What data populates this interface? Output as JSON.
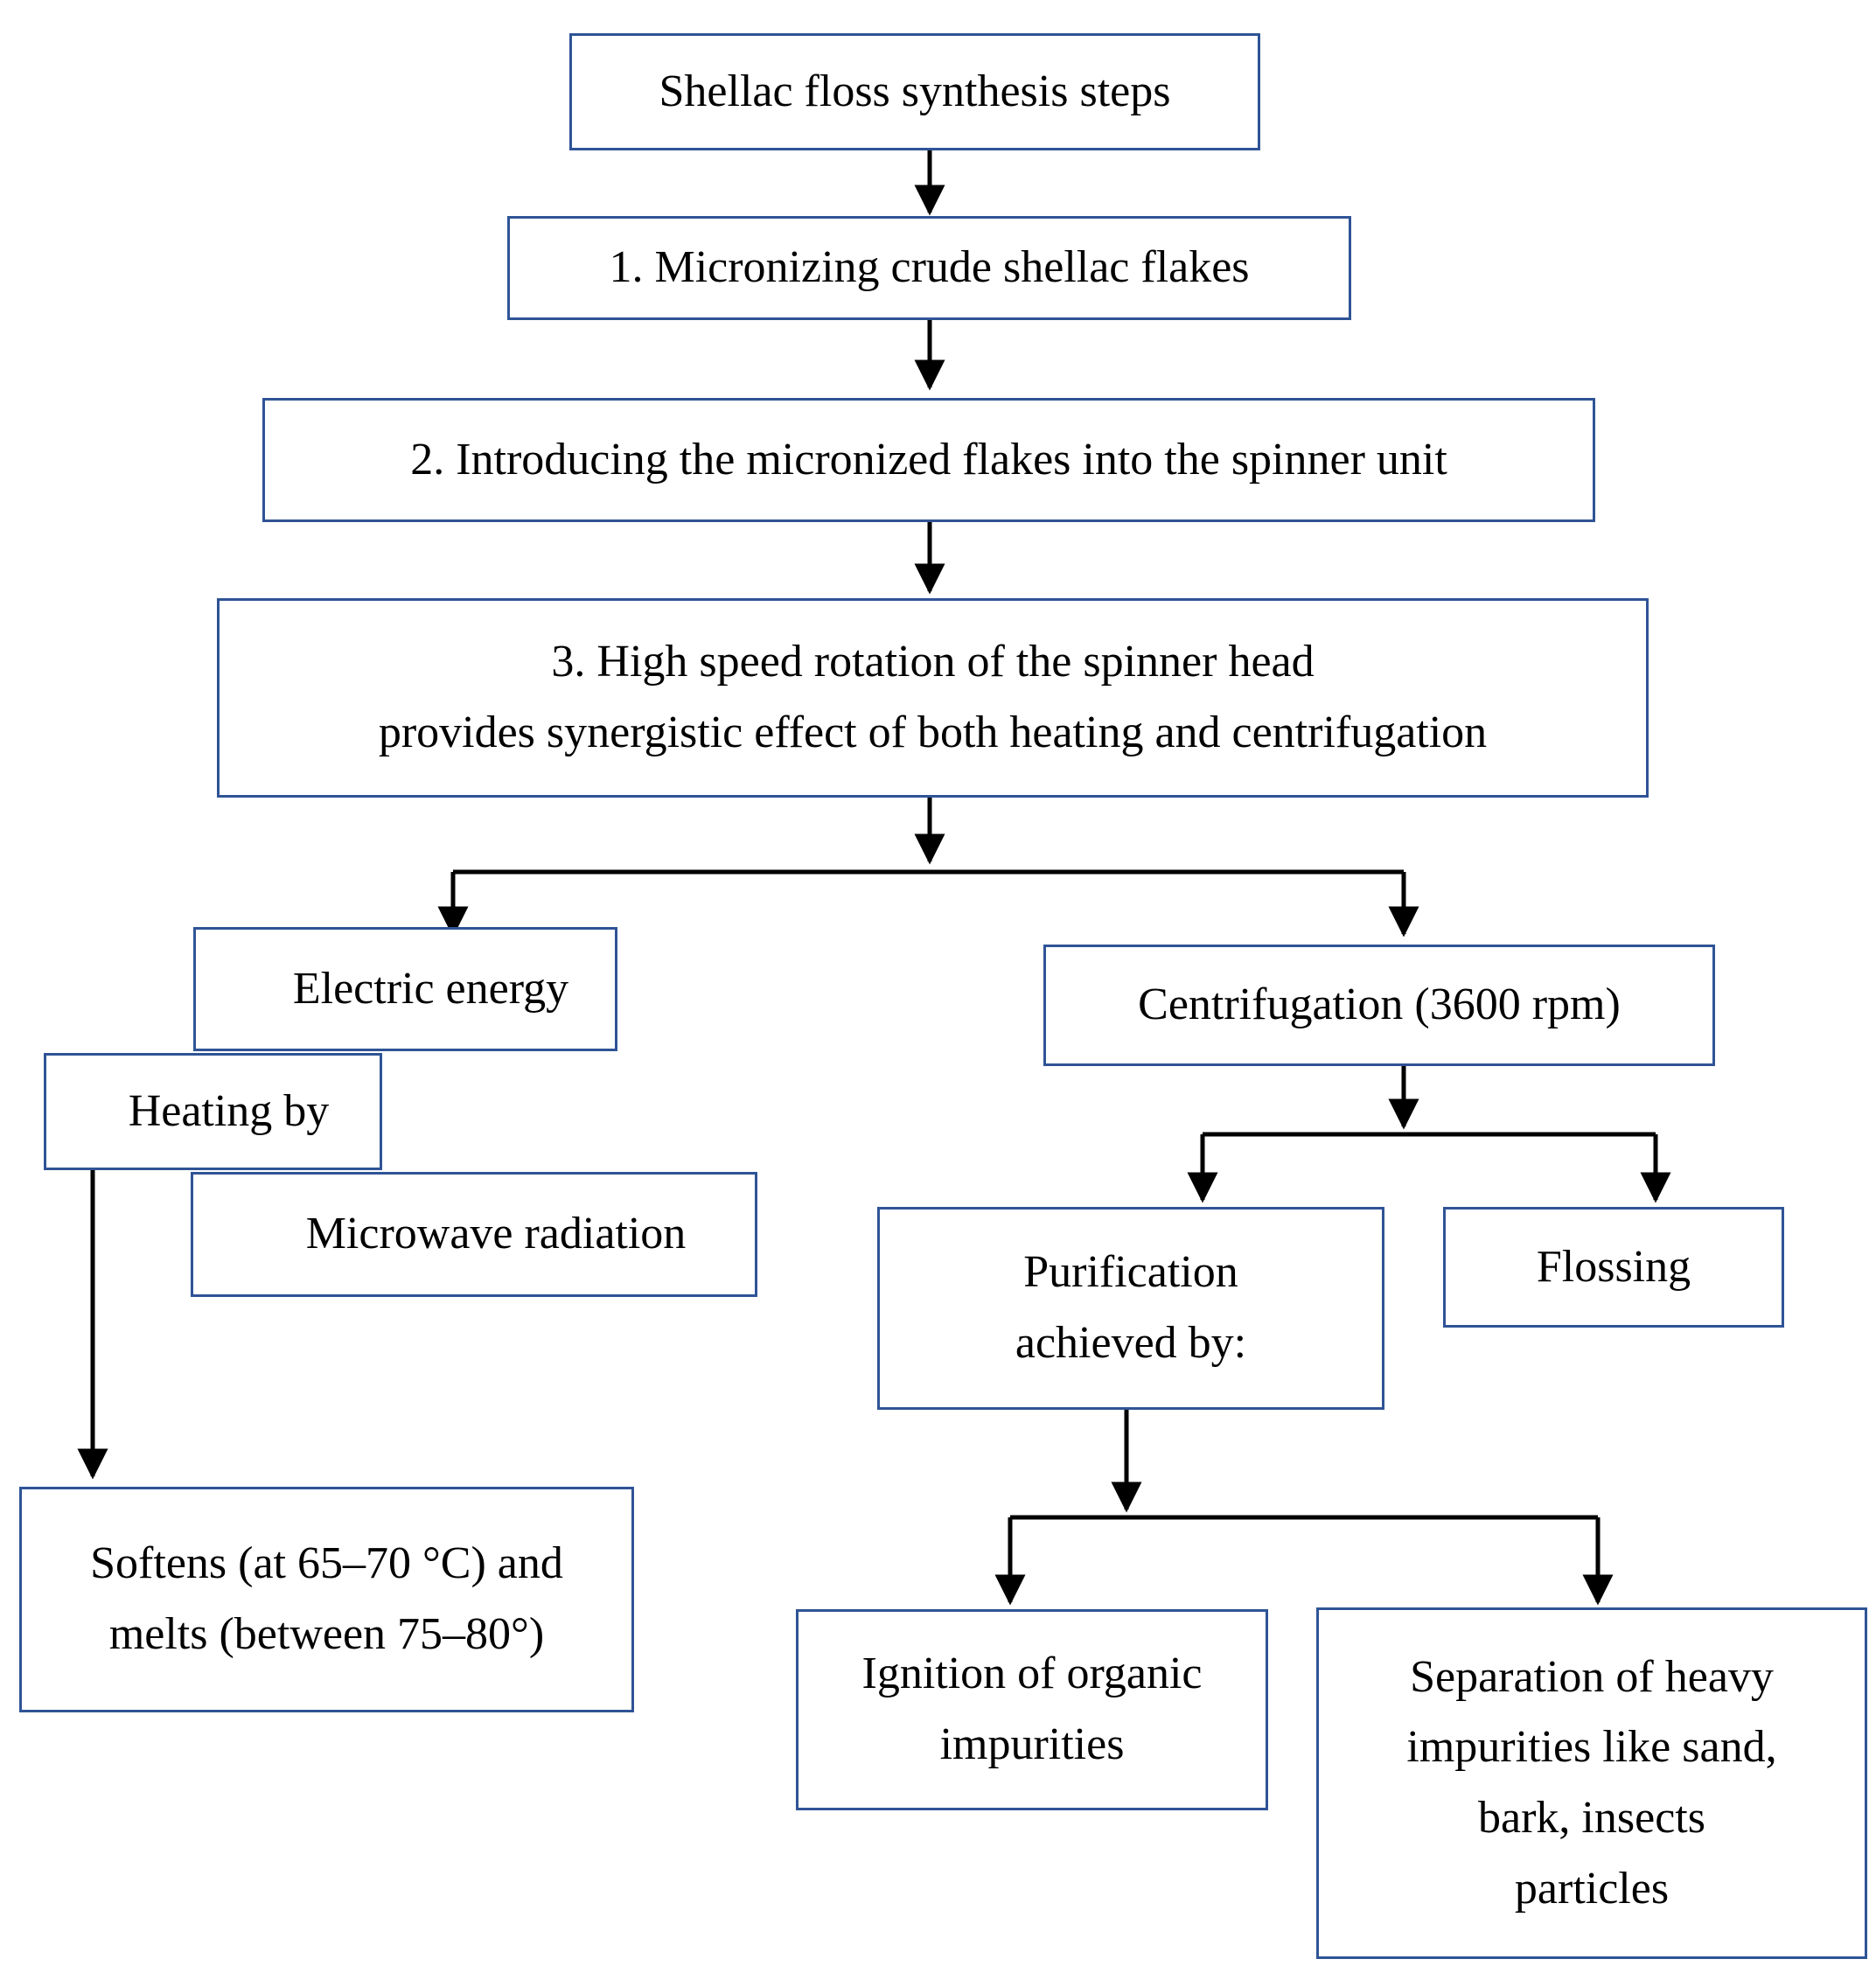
{
  "diagram": {
    "title": "Shellac floss synthesis steps",
    "accent_color": "#2f5496",
    "line_color": "#000000",
    "background": "#ffffff",
    "nodes": {
      "root": "Shellac floss synthesis steps",
      "step1": "1. Micronizing crude shellac flakes",
      "step2": "2. Introducing the micronized flakes into the spinner unit",
      "step3_line1": "3. High speed rotation of the spinner head",
      "step3_line2": "provides synergistic effect of both heating and centrifugation",
      "electric_energy": "Electric energy",
      "heating_by": "Heating by",
      "microwave_radiation": "Microwave radiation",
      "softens_melts_line1": "Softens (at 65–70 °C) and",
      "softens_melts_line2": "melts (between 75–80°)",
      "centrifugation": "Centrifugation (3600 rpm)",
      "purification_line1": "Purification",
      "purification_line2": "achieved by:",
      "flossing": "Flossing",
      "ignition_line1": "Ignition of organic",
      "ignition_line2": "impurities",
      "separation_line1": "Separation of heavy",
      "separation_line2": "impurities like sand,",
      "separation_line3": "bark, insects",
      "separation_line4": "particles"
    }
  }
}
